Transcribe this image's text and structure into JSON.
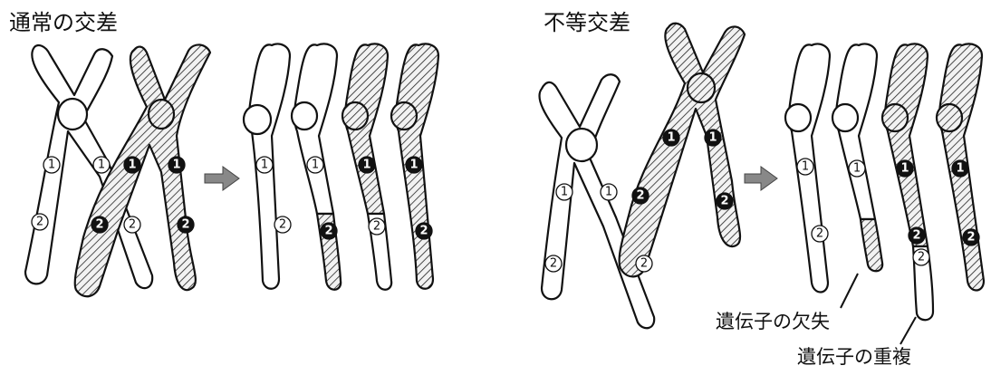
{
  "titles": {
    "normal": "通常の交差",
    "unequal": "不等交差"
  },
  "callouts": {
    "deletion": "遺伝子の欠失",
    "duplication": "遺伝子の重複"
  },
  "markers": {
    "one_open": "1",
    "one_filled": "1",
    "two_open": "2",
    "two_filled": "2"
  }
}
